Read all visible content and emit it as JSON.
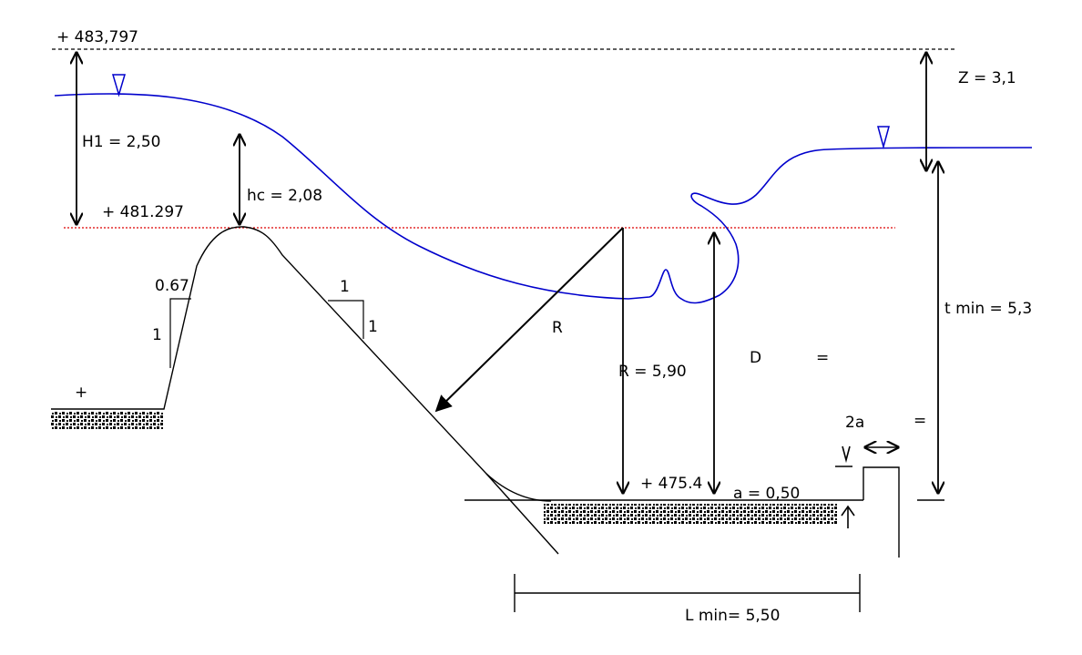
{
  "labels": {
    "elev_top": "+ 483,797",
    "z": "Z = 3,1",
    "h1": "H1 = 2,50",
    "hc": "hc = 2,08",
    "elev_crest": "+ 481.297",
    "slope_h": "0.67",
    "slope_v": "1",
    "slope2_h": "1",
    "slope2_v": "1",
    "r_label": "R",
    "r_value": "R = 5,90",
    "d_label": "D",
    "d_eq": "=",
    "t_min": "t min = 5,3",
    "plus_left": "+",
    "two_a": "2a",
    "two_a_eq": "=",
    "elev_basin": "+ 475.4",
    "a_value": "a = 0,50",
    "l_min": "L min= 5,50"
  },
  "colors": {
    "water": "#0000cc",
    "crest_line": "#dd0000",
    "ink": "#000000"
  }
}
